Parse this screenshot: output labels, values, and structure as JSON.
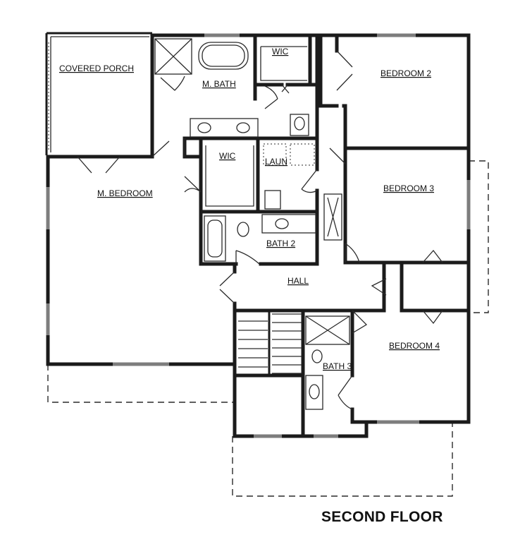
{
  "plan": {
    "title": "SECOND FLOOR",
    "rooms": {
      "covered_porch": "COVERED PORCH",
      "m_bath": "M. BATH",
      "wic_upper": "WIC",
      "bedroom_2": "BEDROOM 2",
      "wic_lower": "WIC",
      "laun": "LAUN",
      "m_bedroom": "M. BEDROOM",
      "bedroom_3": "BEDROOM 3",
      "bath_2": "BATH 2",
      "hall": "HALL",
      "bedroom_4": "BEDROOM 4",
      "bath_3": "BATH 3"
    }
  }
}
